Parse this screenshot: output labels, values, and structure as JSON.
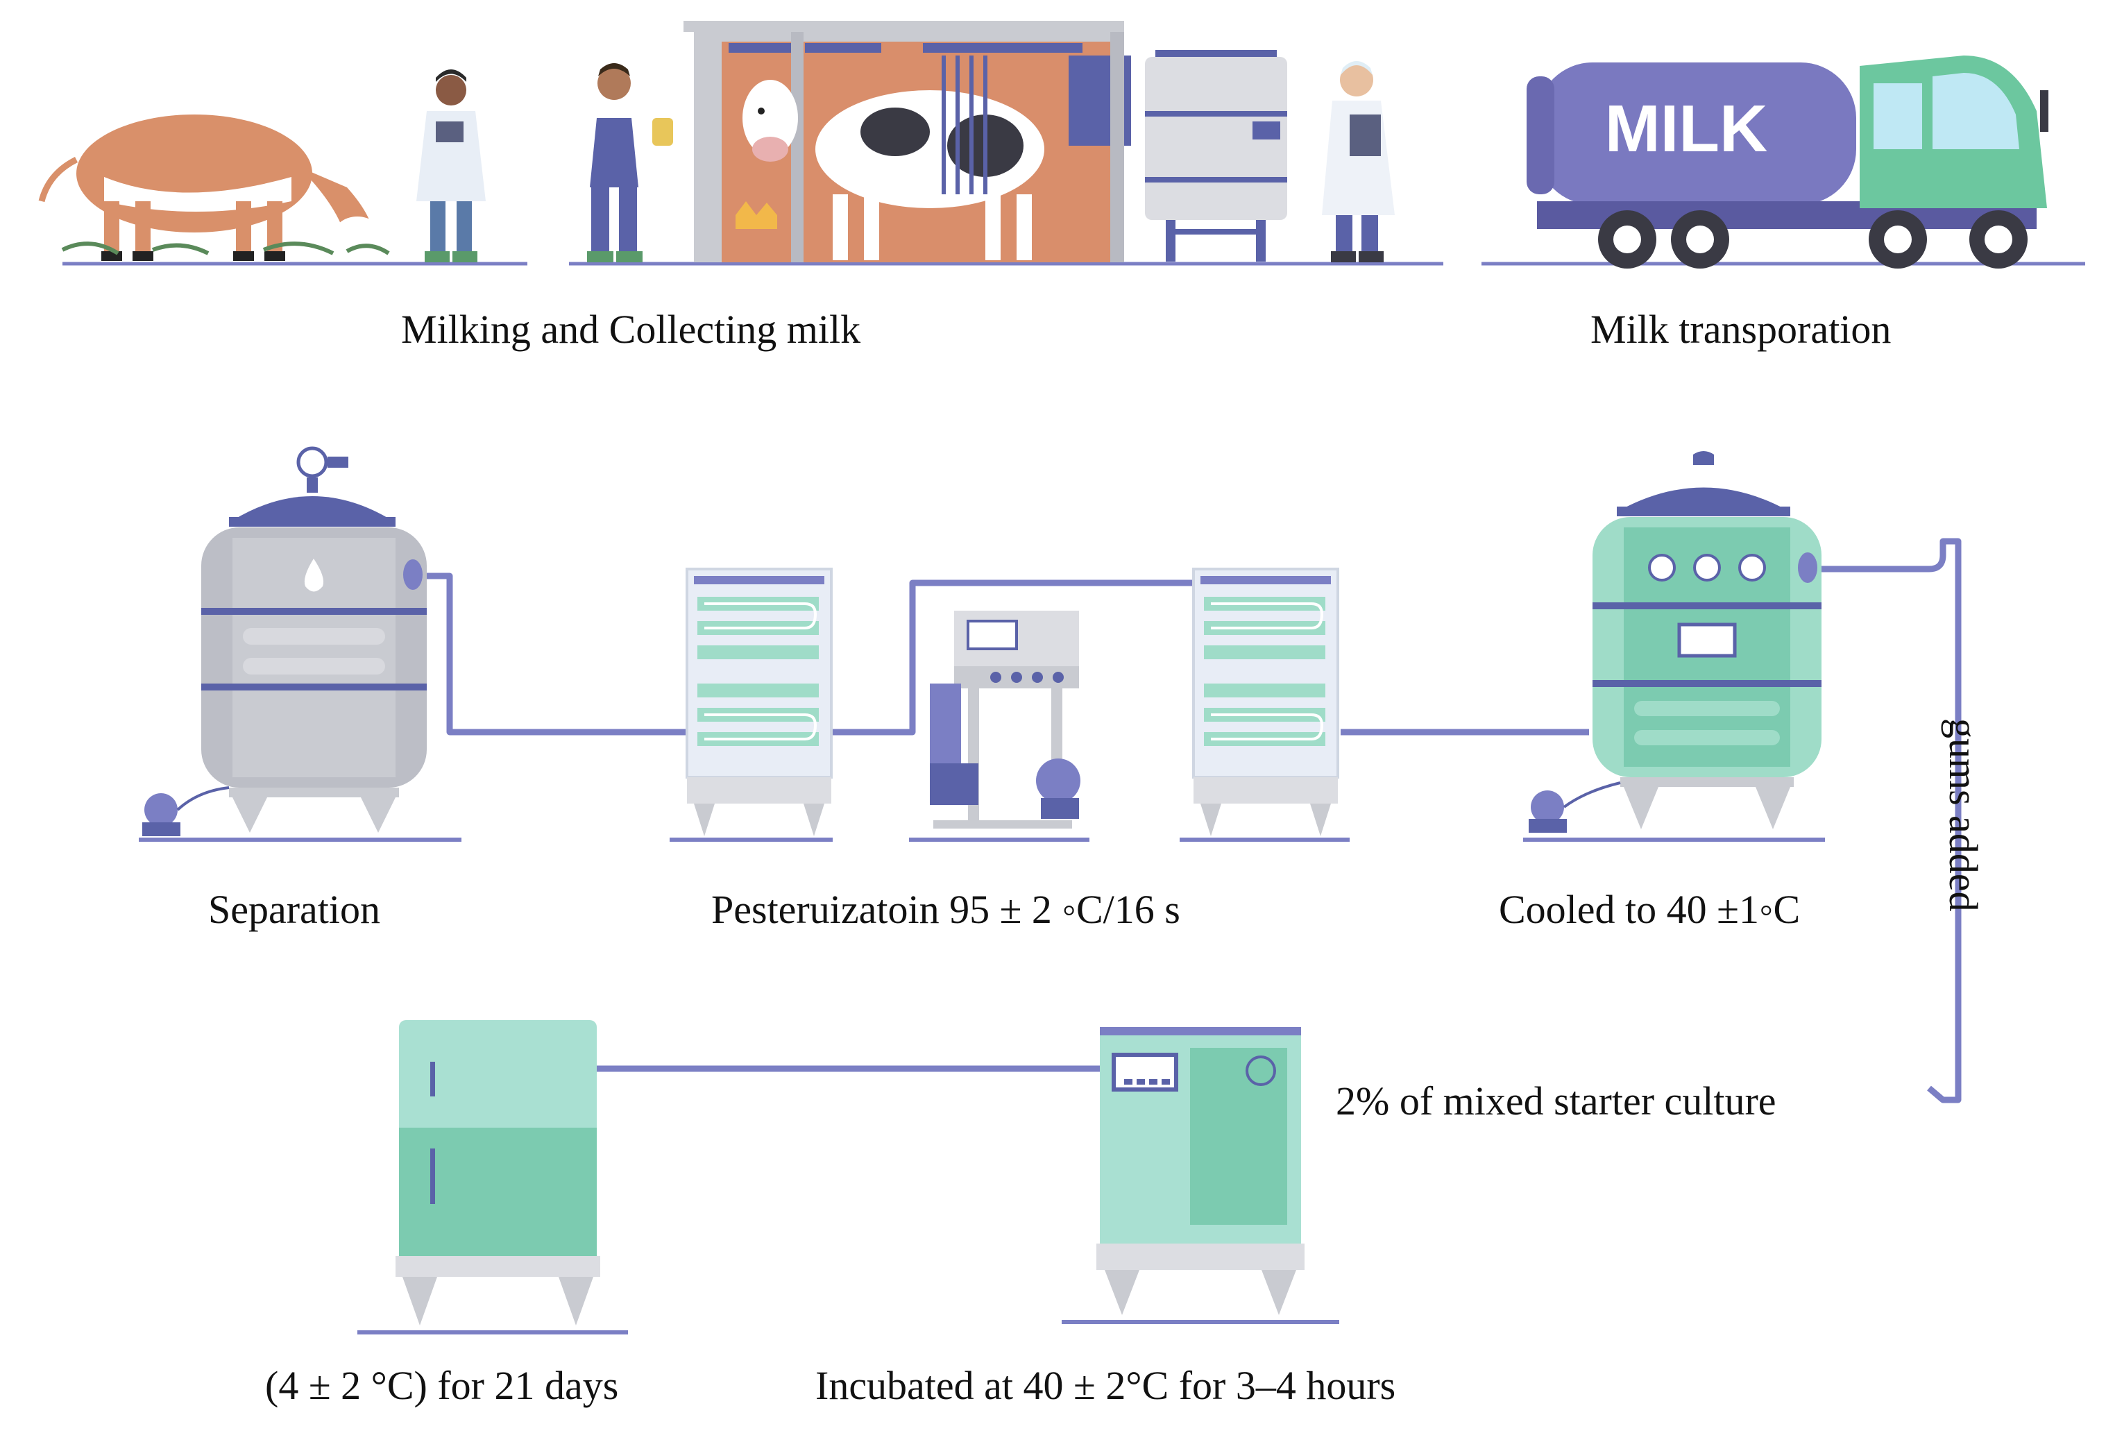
{
  "steps": {
    "milking": "Milking and Collecting milk",
    "transport": "Milk transporation",
    "separation": "Separation",
    "pasteurization": "Pesteruizatoin 95 ± 2 ◦C/16 s",
    "cooled": "Cooled to 40 ±1◦C",
    "gums": "gums added",
    "starter": "2% of mixed starter culture",
    "storage": "(4 ± 2 °C) for 21 days",
    "incubated": "Incubated at 40 ± 2°C for 3–4 hours"
  },
  "truck_label": "MILK",
  "colors": {
    "pipe": "#7b7fc4",
    "tank_grey": "#c9cbd1",
    "tank_mint": "#9fdcc8",
    "tank_green": "#7ccbb0",
    "truck_body": "#7a79c0",
    "truck_cab": "#6cc79f",
    "barn_wall": "#d98e6b",
    "cow_brown": "#d9906a"
  }
}
